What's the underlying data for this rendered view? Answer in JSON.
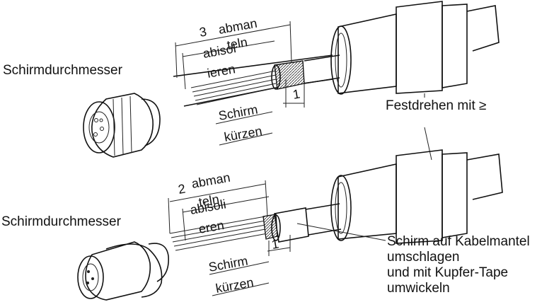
{
  "top": {
    "label_diameter": "Schirmdurchmesser",
    "dim_strip": "3",
    "abmanteln_1": "abman",
    "abmanteln_2": "teln",
    "abisolieren_1": "abisol",
    "abisolieren_2": "ieren",
    "dim_shield": "1",
    "schirm_1": "Schirm",
    "schirm_2": "kürzen",
    "torque": "Festdrehen mit ≥"
  },
  "bottom": {
    "label_diameter": "Schirmdurchmesser",
    "dim_strip": "2",
    "abmanteln_1": "abman",
    "abmanteln_2": "teln",
    "abisolieren_1": "abisoli",
    "abisolieren_2": "eren",
    "dim_shield": "1",
    "schirm_1": "Schirm",
    "schirm_2": "kürzen",
    "note_1": "Schirm auf Kabelmantel",
    "note_2": "umschlagen",
    "note_3": "und mit Kupfer-Tape",
    "note_4": "umwickeln"
  }
}
